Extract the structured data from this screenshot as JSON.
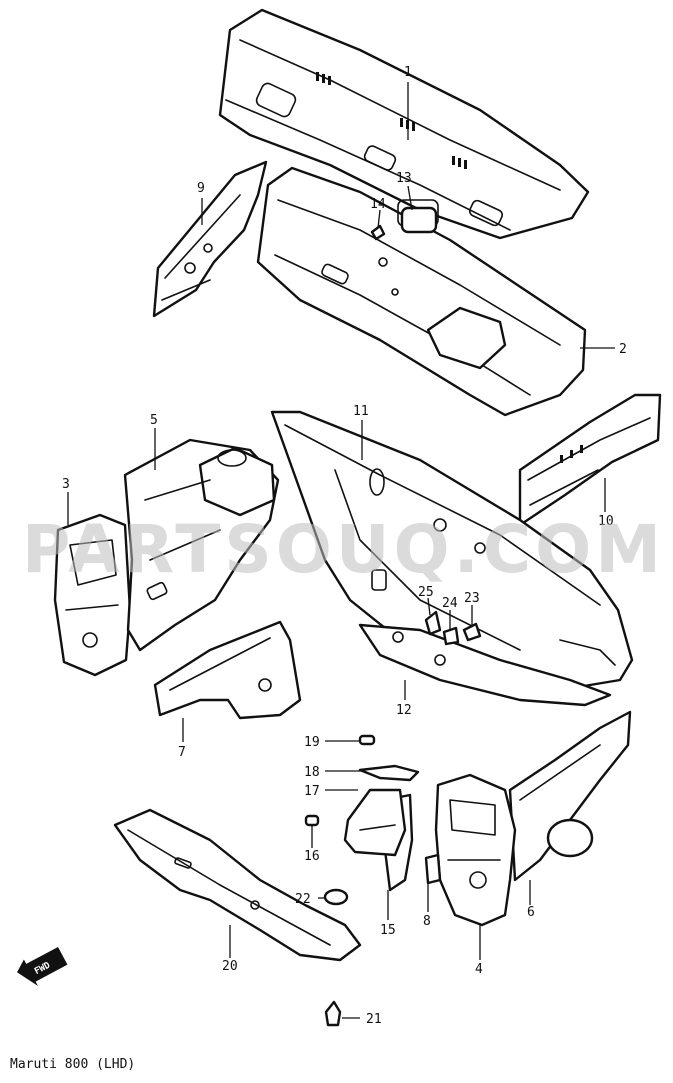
{
  "watermark": "PARTSOUQ.COM",
  "caption": "Maruti 800 (LHD)",
  "direction_badge": "FWD",
  "callouts": {
    "c1": "1",
    "c2": "2",
    "c3": "3",
    "c4": "4",
    "c5": "5",
    "c6": "6",
    "c7": "7",
    "c8": "8",
    "c9": "9",
    "c10": "10",
    "c11": "11",
    "c12": "12",
    "c13": "13",
    "c14": "14",
    "c15": "15",
    "c16": "16",
    "c17": "17",
    "c18": "18",
    "c19": "19",
    "c20": "20",
    "c21": "21",
    "c22": "22",
    "c23": "23",
    "c24": "24",
    "c25": "25"
  },
  "colors": {
    "line": "#111111",
    "watermark": "#bdbdbd",
    "background": "#ffffff"
  }
}
